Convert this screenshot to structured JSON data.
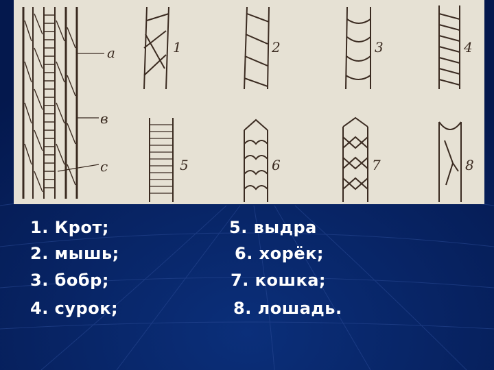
{
  "figure": {
    "callouts": [
      "a",
      "в",
      "c"
    ],
    "numbers": [
      "1",
      "2",
      "3",
      "4",
      "5",
      "6",
      "7",
      "8"
    ]
  },
  "legend": {
    "left": [
      "1. Крот;",
      "2. мышь;",
      "3. бобр;",
      "4. сурок;"
    ],
    "right": [
      "5. выдра",
      "6. хорёк;",
      "7. кошка;",
      "8. лошадь."
    ]
  }
}
